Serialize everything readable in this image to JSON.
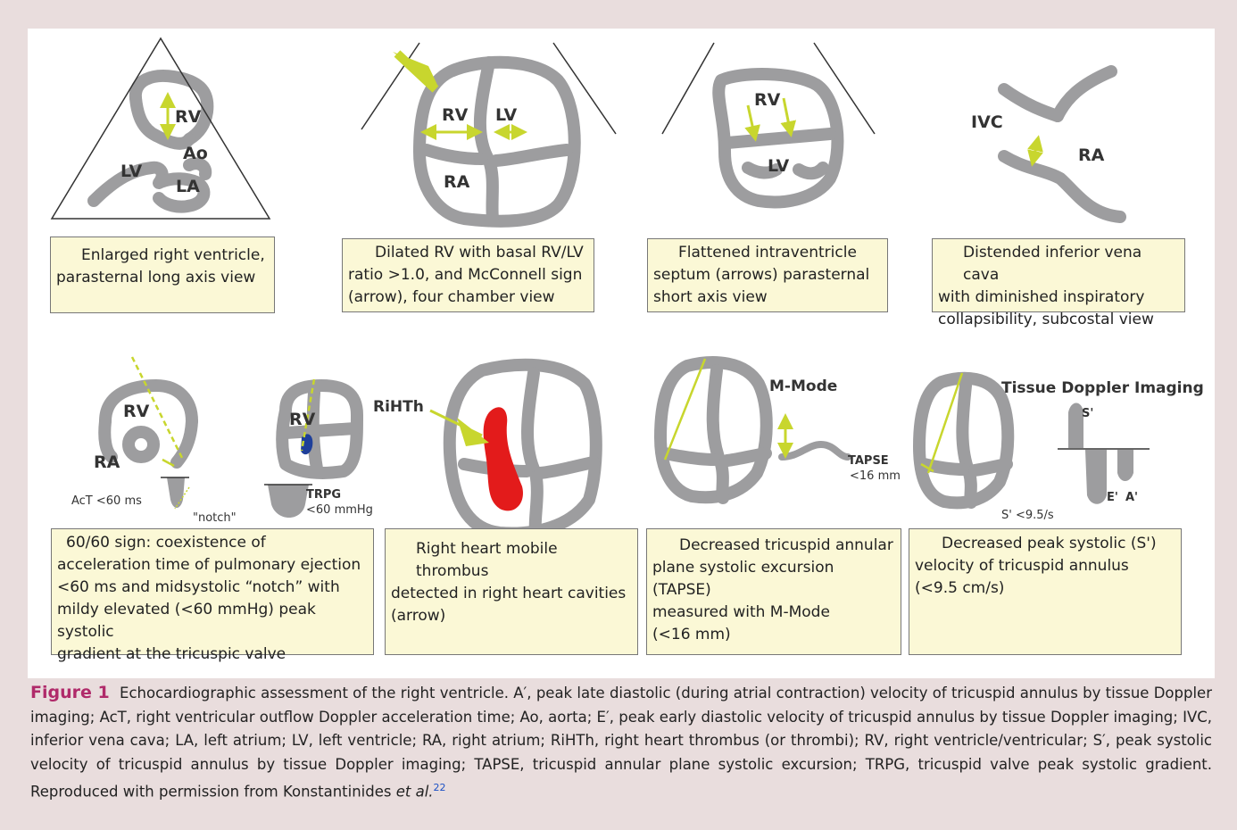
{
  "diagram": {
    "labels": {
      "rv": "RV",
      "lv": "LV",
      "ra": "RA",
      "la": "LA",
      "ao": "Ao",
      "ivc": "IVC",
      "riht": "RiHTh",
      "mmode": "M-Mode",
      "tdi": "Tissue Doppler Imaging",
      "act": "AcT <60 ms",
      "notch": "\"notch\"",
      "trpg": "TRPG",
      "trpg_val": "<60 mmHg",
      "tapse": "TAPSE",
      "tapse_val": "<16 mm",
      "s_prime": "S'",
      "e_prime": "E'",
      "a_prime": "A'",
      "s_val": "S' <9.5/s"
    },
    "boxes": [
      [
        "Enlarged right ventricle,",
        "parasternal long axis view"
      ],
      [
        "Dilated RV with basal RV/LV",
        "ratio >1.0, and McConnell sign",
        "(arrow), four chamber view"
      ],
      [
        "Flattened intraventricle",
        "septum (arrows) parasternal",
        "short axis view"
      ],
      [
        "Distended inferior vena cava",
        "with diminished inspiratory",
        "collapsibility, subcostal view"
      ],
      [
        "60/60 sign: coexistence of",
        "acceleration time of pulmonary ejection",
        "<60 ms and midsystolic “notch” with",
        "mildy elevated (<60 mmHg) peak systolic",
        "gradient at the tricuspic valve"
      ],
      [
        "Right heart mobile thrombus",
        "detected in right heart cavities",
        "(arrow)"
      ],
      [
        "Decreased tricuspid annular",
        "plane systolic excursion (TAPSE)",
        "measured with M-Mode",
        "(<16 mm)"
      ],
      [
        "Decreased peak systolic (S')",
        "velocity of tricuspid annulus",
        "(<9.5 cm/s)"
      ]
    ]
  },
  "caption": {
    "label": "Figure 1",
    "text": "Echocardiographic assessment of the right ventricle. A′, peak late diastolic (during atrial contraction) velocity of tricuspid annulus by tissue Doppler imaging; AcT, right ventricular outflow Doppler acceleration time; Ao, aorta; E′, peak early diastolic velocity of tricuspid annulus by tissue Doppler imaging; IVC, inferior vena cava; LA, left atrium; LV, left ventricle; RA, right atrium; RiHTh, right heart thrombus (or thrombi); RV, right ventricle/ventricular; S′, peak systolic velocity of tricuspid annulus by tissue Doppler imaging; TAPSE, tricuspid annular plane systolic excursion; TRPG, tricuspid valve peak systolic gradient. Reproduced with permission from Konstantinides",
    "etal": "et al.",
    "ref": "22"
  },
  "colors": {
    "wall": "#9d9d9f",
    "arrow": "#c8d62e",
    "thrombus": "#e31b1b",
    "blue": "#1e3f9a",
    "box_bg": "#fbf8d6",
    "fig_label": "#b02a6a"
  }
}
